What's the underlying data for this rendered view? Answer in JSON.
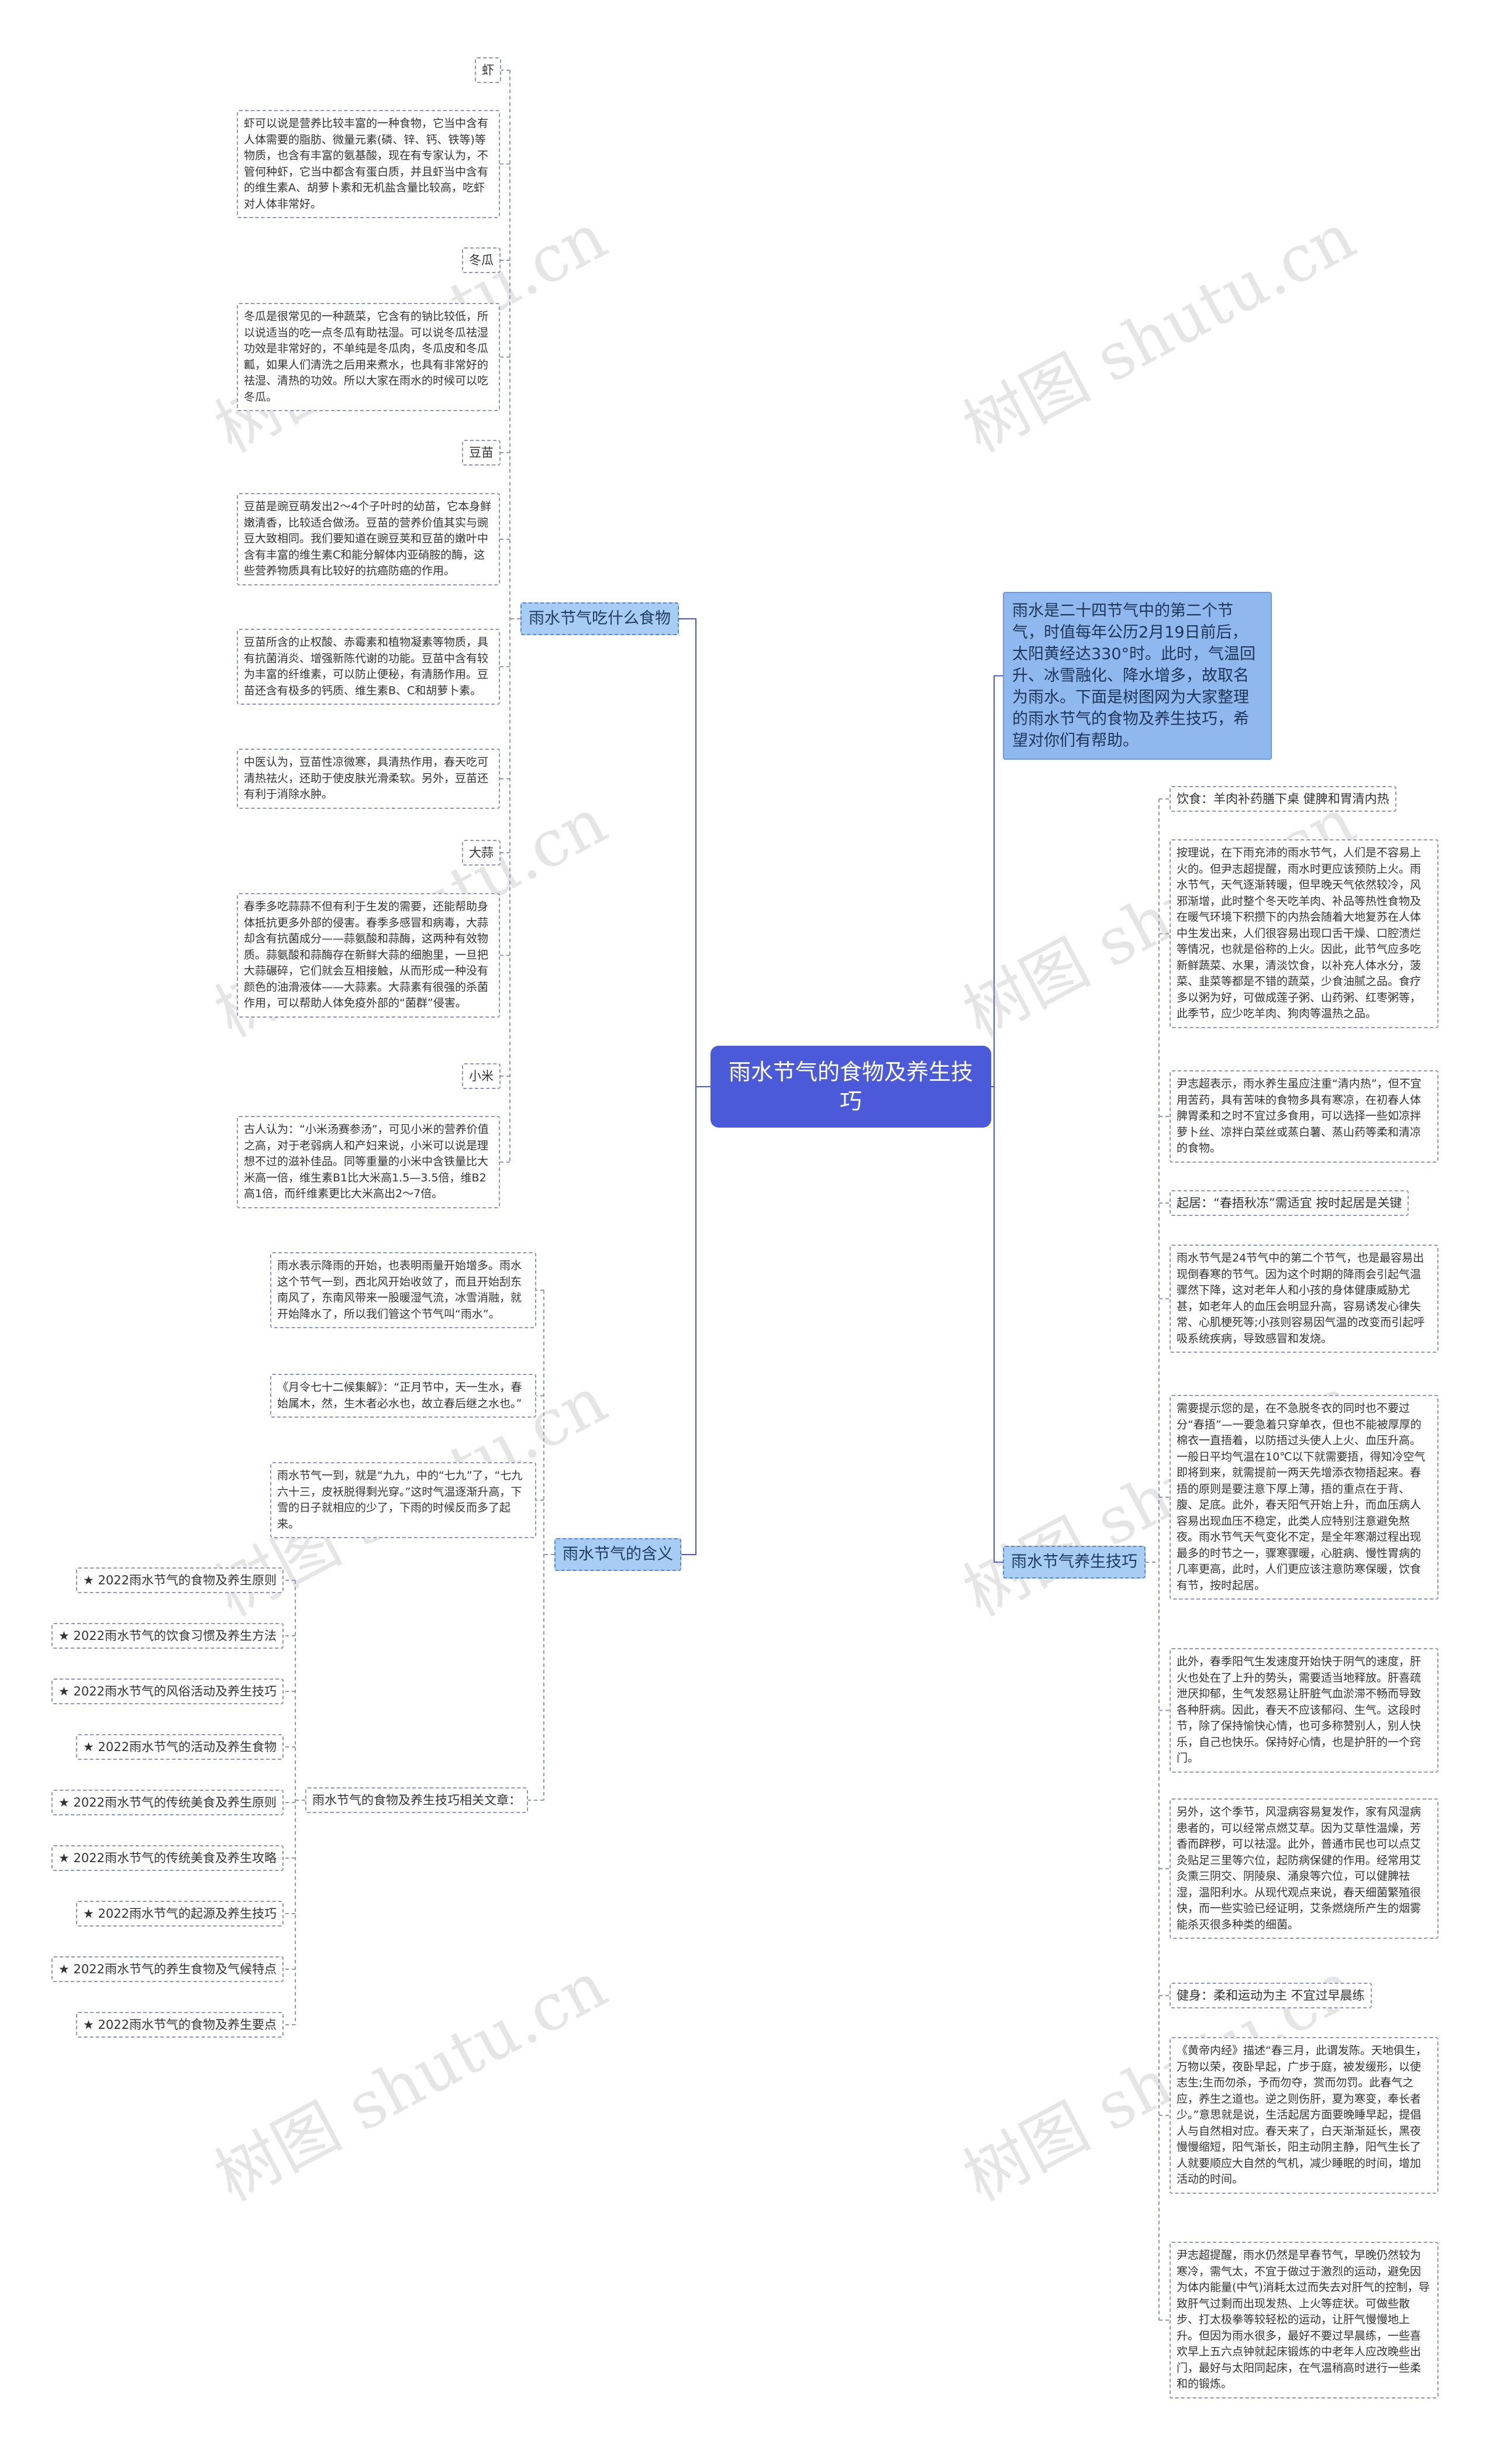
{
  "root": {
    "title": "雨水节气的食物及养生技巧"
  },
  "intro": "雨水是二十四节气中的第二个节气，时值每年公历2月19日前后，太阳黄经达330°时。此时，气温回升、冰雪融化、降水增多，故取名为雨水。下面是树图网为大家整理的雨水节气的食物及养生技巧，希望对你们有帮助。",
  "branches": {
    "food": "雨水节气吃什么食物",
    "meaning": "雨水节气的含义",
    "health": "雨水节气养生技巧"
  },
  "food": {
    "shrimp_tag": "虾",
    "shrimp": "虾可以说是营养比较丰富的一种食物，它当中含有人体需要的脂肪、微量元素(磷、锌、钙、铁等)等物质，也含有丰富的氨基酸，现在有专家认为，不管何种虾，它当中都含有蛋白质，并且虾当中含有的维生素A、胡萝卜素和无机盐含量比较高，吃虾对人体非常好。",
    "wax_gourd_tag": "冬瓜",
    "wax_gourd": "冬瓜是很常见的一种蔬菜，它含有的钠比较低，所以说适当的吃一点冬瓜有助祛湿。可以说冬瓜祛湿功效是非常好的，不单纯是冬瓜肉，冬瓜皮和冬瓜瓤，如果人们清洗之后用来煮水，也具有非常好的祛湿、清热的功效。所以大家在雨水的时候可以吃冬瓜。",
    "pea_tag": "豆苗",
    "pea1": "豆苗是豌豆萌发出2～4个子叶时的幼苗，它本身鲜嫩清香，比较适合做汤。豆苗的营养价值其实与豌豆大致相同。我们要知道在豌豆荚和豆苗的嫩叶中含有丰富的维生素C和能分解体内亚硝胺的酶，这些营养物质具有比较好的抗癌防癌的作用。",
    "pea2": "豆苗所含的止权酸、赤霉素和植物凝素等物质，具有抗菌消炎、增强新陈代谢的功能。豆苗中含有较为丰富的纤维素，可以防止便秘，有清肠作用。豆苗还含有极多的钙质、维生素B、C和胡萝卜素。",
    "pea3": "中医认为，豆苗性凉微寒，具清热作用，春天吃可清热祛火，还助于使皮肤光滑柔软。另外，豆苗还有利于消除水肿。",
    "garlic_tag": "大蒜",
    "garlic": "春季多吃蒜蒜不但有利于生发的需要，还能帮助身体抵抗更多外部的侵害。春季多感冒和病毒，大蒜却含有抗菌成分——蒜氨酸和蒜酶，这两种有效物质。蒜氨酸和蒜酶存在新鲜大蒜的细胞里，一旦把大蒜碾碎，它们就会互相接触，从而形成一种没有颜色的油滑液体——大蒜素。大蒜素有很强的杀菌作用，可以帮助人体免疫外部的“菌群”侵害。",
    "millet_tag": "小米",
    "millet": "古人认为：“小米汤赛参汤”，可见小米的营养价值之高，对于老弱病人和产妇来说，小米可以说是理想不过的滋补佳品。同等重量的小米中含铁量比大米高一倍，维生素B1比大米高1.5—3.5倍，维B2高1倍，而纤维素更比大米高出2～7倍。"
  },
  "meaning": {
    "m1": "雨水表示降雨的开始，也表明雨量开始增多。雨水这个节气一到，西北风开始收敛了，而且开始刮东南风了，东南风带来一股暖湿气流，冰雪消融，就开始降水了，所以我们管这个节气叫“雨水”。",
    "m2": "《月令七十二候集解》：“正月节中，天一生水，春始属木，然，生木者必水也，故立春后继之水也。”",
    "m3": "雨水节气一到，就是“九九，中的“七九”了，“七九六十三，皮袄脱得剩光穿。”这时气温逐渐升高，下雪的日子就相应的少了，下雨的时候反而多了起来。",
    "related_tag": "雨水节气的食物及养生技巧相关文章：",
    "related": [
      "★ 2022雨水节气的食物及养生原则",
      "★ 2022雨水节气的饮食习惯及养生方法",
      "★ 2022雨水节气的风俗活动及养生技巧",
      "★ 2022雨水节气的活动及养生食物",
      "★ 2022雨水节气的传统美食及养生原则",
      "★ 2022雨水节气的传统美食及养生攻略",
      "★ 2022雨水节气的起源及养生技巧",
      "★ 2022雨水节气的养生食物及气候特点",
      "★ 2022雨水节气的食物及养生要点"
    ]
  },
  "health": {
    "diet_tag": "饮食：羊肉补药膳下桌 健脾和胃清内热",
    "diet1": "按理说，在下雨充沛的雨水节气，人们是不容易上火的。但尹志超提醒，雨水时更应该预防上火。雨水节气，天气逐渐转暖，但早晚天气依然较冷，风邪渐增，此时整个冬天吃羊肉、补品等热性食物及在暖气环境下积攒下的内热会随着大地复苏在人体中生发出来，人们很容易出现口舌干燥、口腔溃烂等情况，也就是俗称的上火。因此，此节气应多吃新鲜蔬菜、水果，清淡饮食，以补充人体水分，菠菜、韭菜等都是不错的蔬菜，少食油腻之品。食疗多以粥为好，可做成莲子粥、山药粥、红枣粥等，此季节，应少吃羊肉、狗肉等温热之品。",
    "diet2": "尹志超表示，雨水养生虽应注重“清内热”，但不宜用苦药，具有苦味的食物多具有寒凉，在初春人体脾胃柔和之时不宜过多食用，可以选择一些如凉拌萝卜丝、凉拌白菜丝或蒸白薯、蒸山药等柔和清凉的食物。",
    "living_tag": "起居：“春捂秋冻”需适宜 按时起居是关键",
    "living1": "雨水节气是24节气中的第二个节气，也是最容易出现倒春寒的节气。因为这个时期的降雨会引起气温骤然下降，这对老年人和小孩的身体健康威胁尤甚，如老年人的血压会明显升高，容易诱发心律失常、心肌梗死等;小孩则容易因气温的改变而引起呼吸系统疾病，导致感冒和发烧。",
    "living2": "需要提示您的是，在不急脱冬衣的同时也不要过分“春捂”—一要急着只穿单衣，但也不能被厚厚的棉衣一直捂着，以防捂过头使人上火、血压升高。一般日平均气温在10℃以下就需要捂，得知冷空气即将到来，就需提前一两天先增添衣物捂起来。春捂的原则是要注意下厚上薄，捂的重点在于背、腹、足底。此外，春天阳气开始上升，而血压病人容易出现血压不稳定，此类人应特别注意避免熬夜。雨水节气天气变化不定，是全年寒潮过程出现最多的时节之一，骤寒骤暖，心脏病、慢性胃病的几率更高，此时，人们更应该注意防寒保暖，饮食有节，按时起居。",
    "living3": "此外，春季阳气生发速度开始快于阴气的速度，肝火也处在了上升的势头，需要适当地释放。肝喜疏泄厌抑郁，生气发怒易让肝脏气血淤滞不畅而导致各种肝病。因此，春天不应该郁闷、生气。这段时节，除了保持愉快心情，也可多称赞别人，别人快乐，自己也快乐。保持好心情，也是护肝的一个窍门。",
    "living4": "另外，这个季节，风湿病容易复发作，家有风湿病患者的，可以经常点燃艾草。因为艾草性温燥，芳香而辟秽，可以祛湿。此外，普通市民也可以点艾灸贴足三里等穴位，起防病保健的作用。经常用艾灸熏三阴交、阴陵泉、涌泉等穴位，可以健脾祛湿，温阳利水。从现代观点来说，春天细菌繁殖很快，而一些实验已经证明，艾条燃烧所产生的烟雾能杀灭很多种类的细菌。",
    "exercise_tag": "健身：柔和运动为主 不宜过早晨练",
    "exercise1": "《黄帝内经》描述“春三月，此谓发陈。天地俱生，万物以荣，夜卧早起，广步于庭，被发缓形，以使志生;生而勿杀，予而勿夺，赏而勿罚。此春气之应，养生之道也。逆之则伤肝，夏为寒变，奉长者少。”意思就是说，生活起居方面要晚睡早起，提倡人与自然相对应。春天来了，白天渐渐延长，黑夜慢慢缩短，阳气渐长，阳主动阴主静，阳气生长了人就要顺应大自然的气机，减少睡眠的时间，增加活动的时间。",
    "exercise2": "尹志超提醒，雨水仍然是早春节气，早晚仍然较为寒冷，需气太，不宜于做过于激烈的运动，避免因为体内能量(中气)消耗太过而失去对肝气的控制，导致肝气过剩而出现发热、上火等症状。可做些散步、打太极拳等较轻松的运动，让肝气慢慢地上升。但因为雨水很多，最好不要过早晨练，一些喜欢早上五六点钟就起床锻炼的中老年人应改晚些出门，最好与太阳同起床，在气温稍高时进行一些柔和的锻炼。"
  },
  "watermark": "树图 shutu.cn"
}
